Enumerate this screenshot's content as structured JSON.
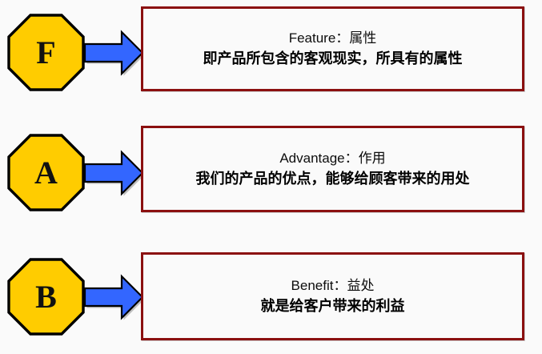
{
  "diagram": {
    "name": "FAB selling model diagram",
    "background_color": "#fafafa",
    "badge_fill_color": "#ffcc00",
    "badge_border_color": "#000000",
    "arrow_fill_color": "#3366ff",
    "arrow_border_color": "#000000",
    "arrow_shadow_color": "#999999",
    "box_border_color": "#8b1010",
    "box_fill_color": "#fafafa",
    "text_color": "#000000"
  },
  "rows": [
    {
      "badge_letter": "F",
      "badge_name": "octagon-badge-f",
      "arrow_name": "arrow-f",
      "box_name": "textbox-feature",
      "title": "Feature：属性",
      "description": "即产品所包含的客观现实，所具有的属性"
    },
    {
      "badge_letter": "A",
      "badge_name": "octagon-badge-a",
      "arrow_name": "arrow-a",
      "box_name": "textbox-advantage",
      "title": "Advantage：作用",
      "description": "我们的产品的优点，能够给顾客带来的用处"
    },
    {
      "badge_letter": "B",
      "badge_name": "octagon-badge-b",
      "arrow_name": "arrow-b",
      "box_name": "textbox-benefit",
      "title": "Benefit：益处",
      "description": "就是给客户带来的利益"
    }
  ]
}
